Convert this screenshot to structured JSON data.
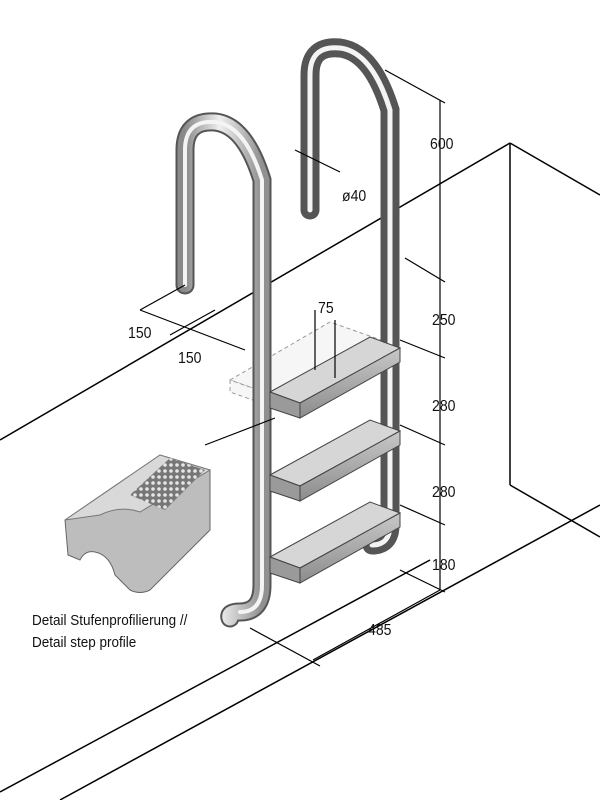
{
  "dimensions": {
    "top_height": "600",
    "diameter": "ø40",
    "rail_offset_1": "150",
    "rail_offset_2": "150",
    "step_depth": "75",
    "first_step": "250",
    "step_spacing_1": "280",
    "step_spacing_2": "280",
    "bottom": "180",
    "width": "485"
  },
  "caption": {
    "line1": "Detail Stufenprofilierung //",
    "line2": "Detail step profile"
  }
}
